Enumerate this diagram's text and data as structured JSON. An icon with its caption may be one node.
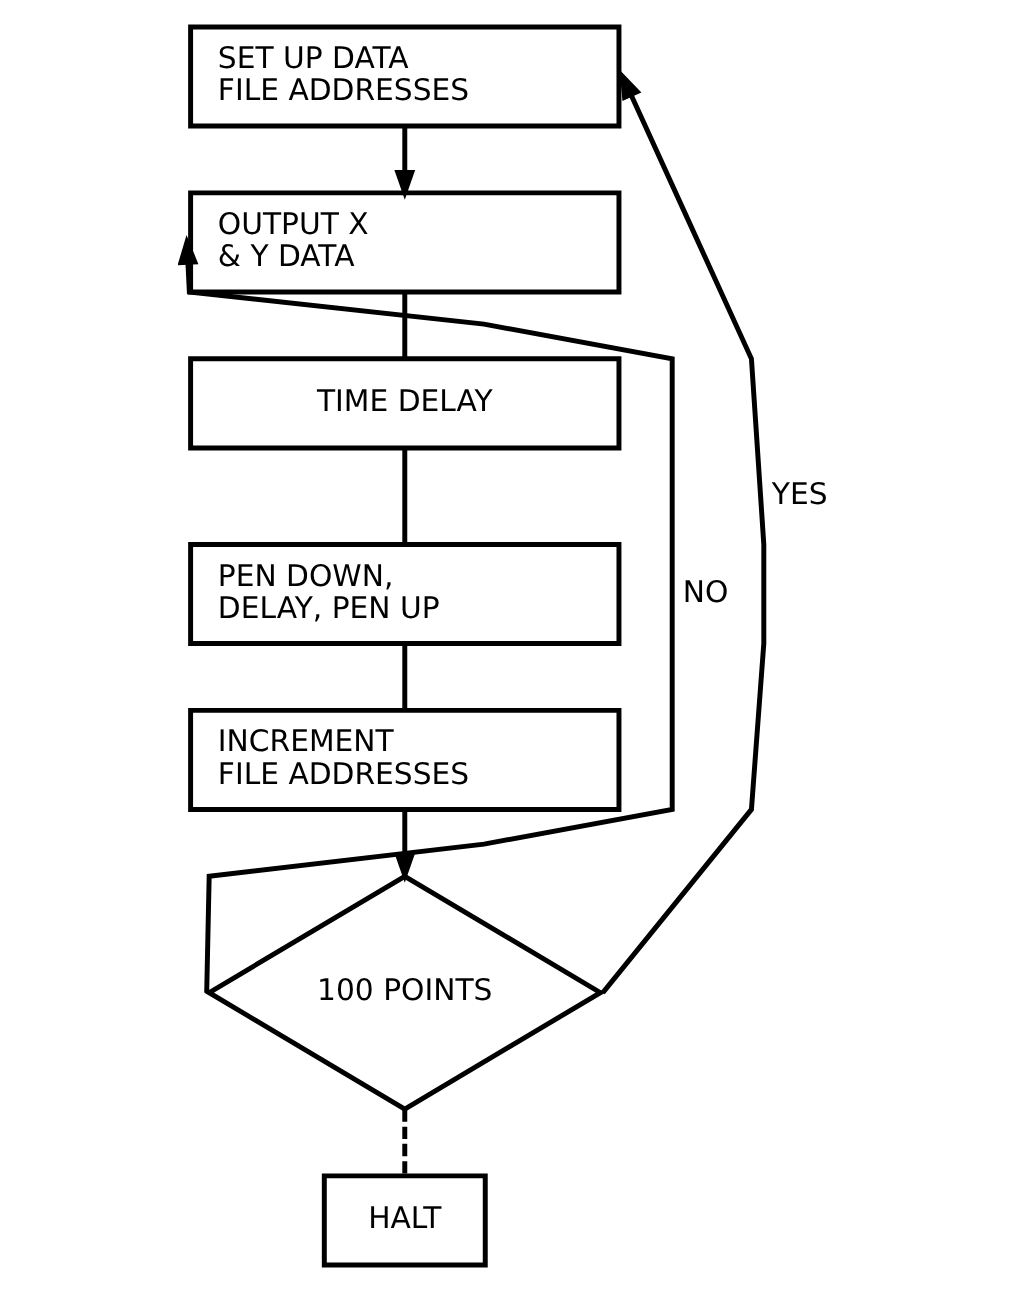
{
  "diagram": {
    "nodes": [
      {
        "text": [
          "SET UP DATA FILE ADDRESSES"
        ]
      },
      {
        "text": [
          "OUTPUT X & Y DATA"
        ]
      },
      {
        "text": [
          "TIME DELAY"
        ]
      },
      {
        "text": [
          "PEN DOWN, DELAY, PEN UP"
        ]
      },
      {
        "text": [
          "INCREMENT FILE ADDRESSES"
        ]
      },
      {
        "text": [
          "100 POINTS"
        ]
      },
      {
        "text": [
          "HALT"
        ]
      }
    ],
    "edges": [
      {
        "from": 0,
        "to": 1,
        "arrow": "to"
      },
      {
        "from": 1,
        "to": 2,
        "arrow": "none"
      },
      {
        "from": 2,
        "to": 3,
        "arrow": "none"
      },
      {
        "from": 3,
        "to": 4,
        "arrow": "none"
      },
      {
        "from": 4,
        "to": 5,
        "arrow": "to"
      },
      {
        "from": 5,
        "to": 1,
        "arrow": "to",
        "label": "NO"
      },
      {
        "from": 5,
        "to": 0,
        "arrow": "to",
        "label": "YES"
      },
      {
        "from": 5,
        "to": 6,
        "arrow": "none",
        "style": "dashed"
      }
    ]
  }
}
